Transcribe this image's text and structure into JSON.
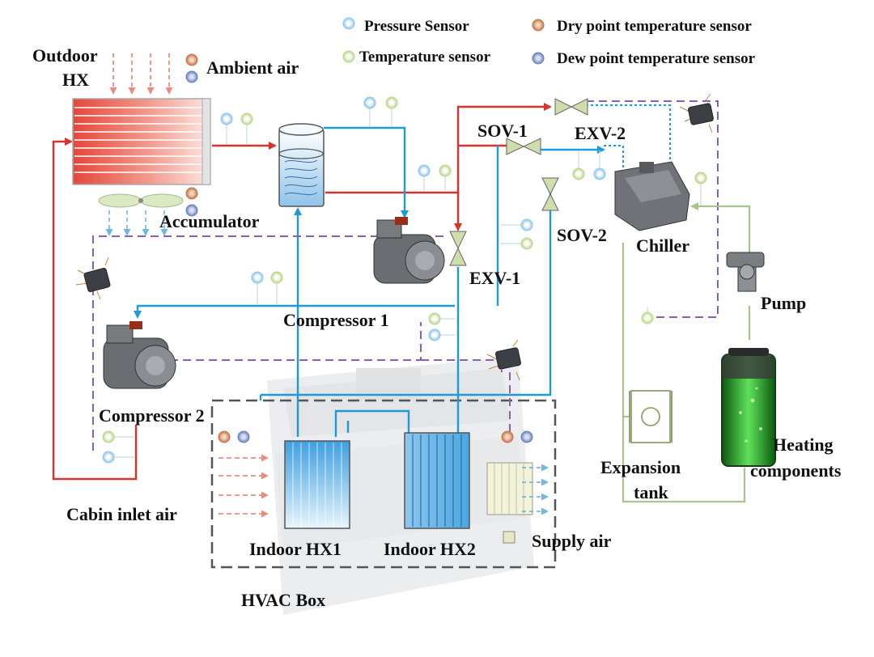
{
  "legend": {
    "pressure": "Pressure Sensor",
    "temperature": "Temperature sensor",
    "dry_point": "Dry point temperature sensor",
    "dew_point": "Dew point temperature sensor"
  },
  "labels": {
    "outdoor_hx_1": "Outdoor",
    "outdoor_hx_2": "HX",
    "ambient_air": "Ambient air",
    "accumulator": "Accumulator",
    "compressor_1": "Compressor 1",
    "compressor_2": "Compressor 2",
    "sov_1": "SOV-1",
    "sov_2": "SOV-2",
    "exv_1": "EXV-1",
    "exv_2": "EXV-2",
    "chiller": "Chiller",
    "pump": "Pump",
    "expansion_tank_1": "Expansion",
    "expansion_tank_2": "tank",
    "heating_components_1": "Heating",
    "heating_components_2": "components",
    "cabin_inlet_air": "Cabin inlet air",
    "indoor_hx1": "Indoor HX1",
    "indoor_hx2": "Indoor HX2",
    "supply_air": "Supply air",
    "hvac_box": "HVAC Box"
  },
  "colors": {
    "hot_line": "#d8322c",
    "cold_line": "#1f9ad8",
    "signal_line": "#8b5fb8",
    "coolant_line": "#a9c48a",
    "pressure_sensor": "#a8d4ee",
    "temperature_sensor": "#cfe2a4",
    "dry_point_sensor": "#d79a6e",
    "dew_point_sensor": "#7d94c8"
  }
}
